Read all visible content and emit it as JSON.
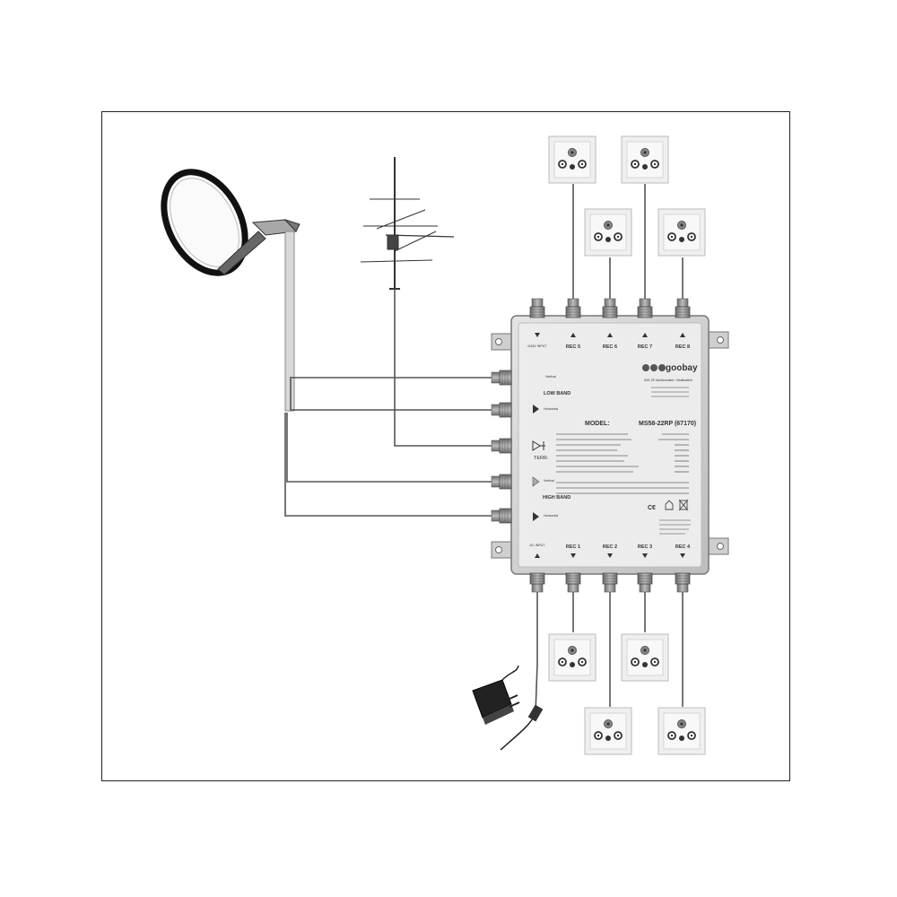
{
  "device": {
    "brand": "goobay",
    "product_line": "SAT-ZF-Multischalter / Multiswitch",
    "model_label": "MODEL:",
    "model_value": "MS58-22RP (67170)",
    "input_labels": {
      "vertical_low": "Vertical",
      "low_band": "LOW BAND",
      "horizontal_low": "Horizontal",
      "terr": "TERR.",
      "vertical_high": "Vertical",
      "high_band": "HIGH BAND",
      "horizontal_high": "Horizontal"
    },
    "top_ports": [
      {
        "label": "0/18V INPUT"
      },
      {
        "label": "REC 5"
      },
      {
        "label": "REC 6"
      },
      {
        "label": "REC 7"
      },
      {
        "label": "REC 8"
      }
    ],
    "bottom_ports": [
      {
        "label": "DC INPUT"
      },
      {
        "label": "REC 1"
      },
      {
        "label": "REC 2"
      },
      {
        "label": "REC 3"
      },
      {
        "label": "REC 4"
      }
    ]
  },
  "colors": {
    "line": "#555555",
    "switch_body": "#d4d4d4",
    "switch_panel": "#ebebeb",
    "connector": "#8a8a8a"
  },
  "icons": [
    "satellite-dish-icon",
    "terrestrial-antenna-icon",
    "tv-socket-icon",
    "power-adapter-icon"
  ]
}
